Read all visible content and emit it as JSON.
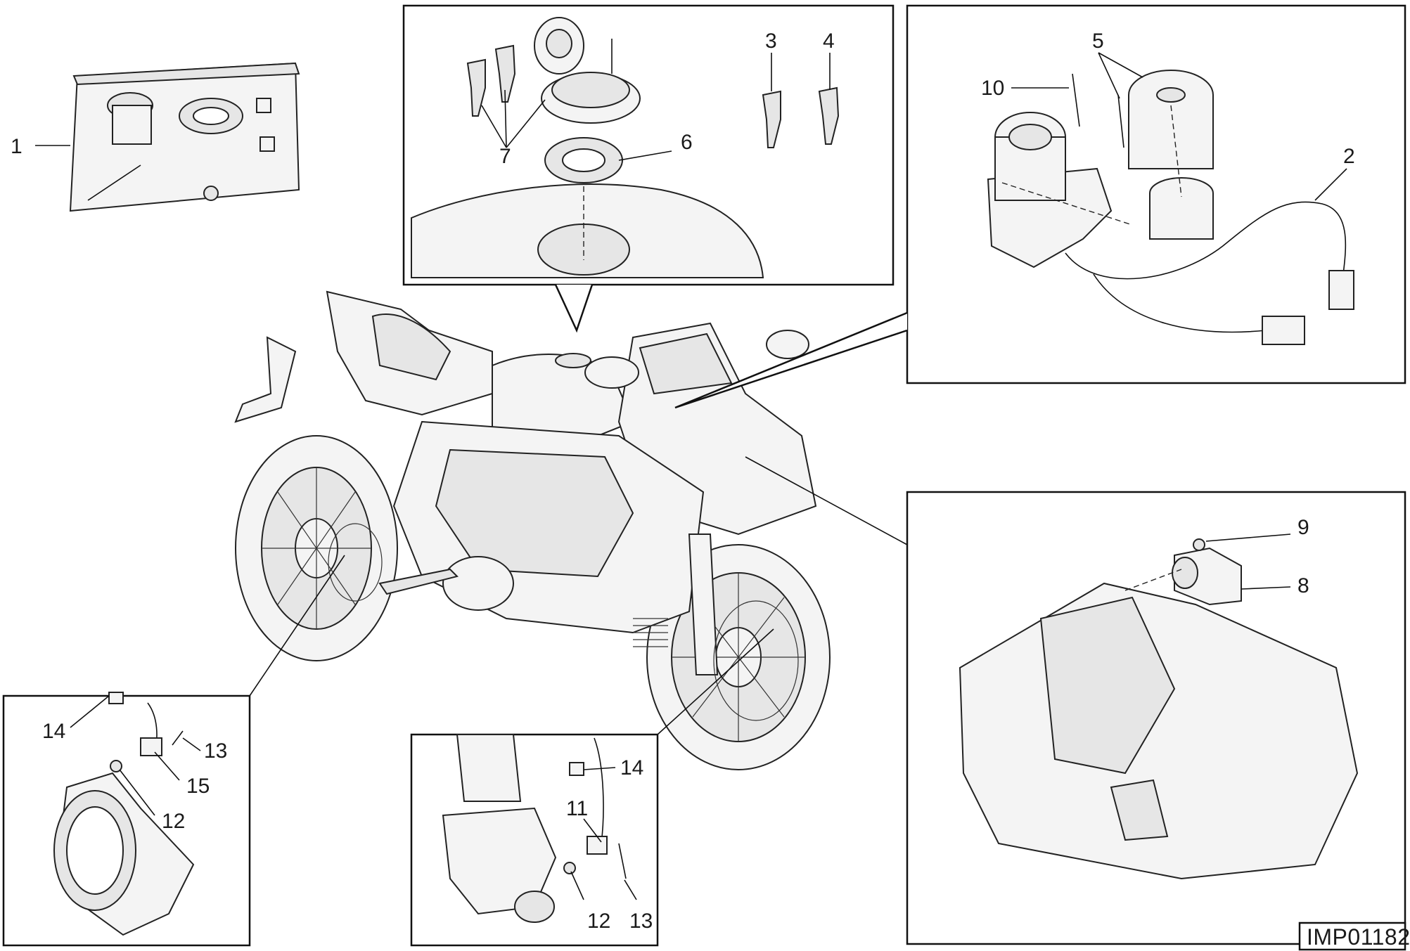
{
  "reference_code": "IMP01182",
  "callouts": {
    "c1": "1",
    "c2": "2",
    "c3": "3",
    "c4": "4",
    "c5": "5",
    "c6": "6",
    "c7": "7",
    "c8": "8",
    "c9": "9",
    "c10": "10",
    "c11": "11",
    "c12a": "12",
    "c12b": "12",
    "c13a": "13",
    "c13b": "13",
    "c14a": "14",
    "c14b": "14",
    "c15": "15"
  }
}
